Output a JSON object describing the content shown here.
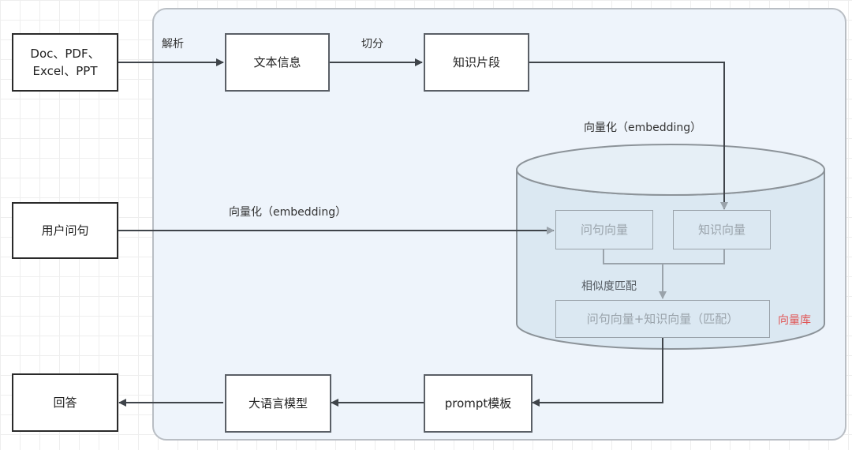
{
  "source_box": {
    "line1": "Doc、PDF、",
    "line2": "Excel、PPT"
  },
  "edge_labels": {
    "parse": "解析",
    "split": "切分",
    "embed_top": "向量化（embedding）",
    "embed_user": "向量化（embedding）",
    "similarity": "相似度匹配"
  },
  "nodes": {
    "text_info": "文本信息",
    "knowledge_chunk": "知识片段",
    "user_question": "用户问句",
    "question_vector": "问句向量",
    "knowledge_vector": "知识向量",
    "match_result": "问句向量+知识向量（匹配）",
    "vector_db": "向量库",
    "prompt_template": "prompt模板",
    "llm": "大语言模型",
    "answer": "回答"
  },
  "colors": {
    "panel_fill": "#eef4fb",
    "cylinder_fill": "#dbe8f2",
    "vector_db_label": "#e05555",
    "faint_text": "#9aa3ab"
  }
}
